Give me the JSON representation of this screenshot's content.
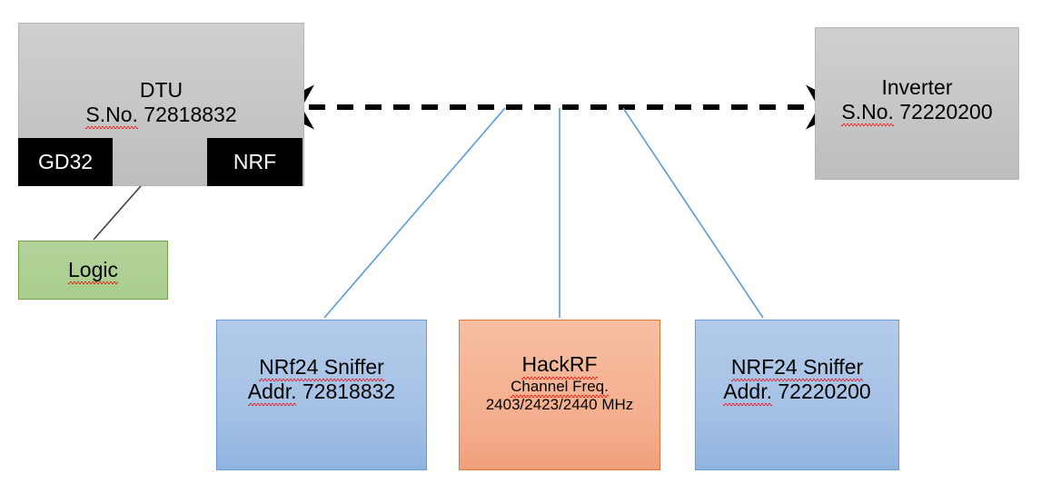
{
  "diagram": {
    "title": "NRF24 / HackRF sniffing setup block diagram",
    "colors": {
      "grey_block": "#c6c6c6",
      "black_block": "#000000",
      "green_block": "#a9cd8e",
      "green_border": "#71a248",
      "blue_block": "#a3c0e4",
      "blue_border": "#6a9ad4",
      "orange_block": "#f4ad8b",
      "orange_border": "#e0773c",
      "wire_blue": "#5b9bd5",
      "wire_black": "#000000",
      "spellcheck_underline": "#ff0000"
    },
    "nodes": {
      "dtu": {
        "title": "DTU",
        "subtitle_prefix": "S.No.",
        "subtitle_value": "72818832"
      },
      "gd32": {
        "label": "GD32"
      },
      "nrf": {
        "label": "NRF"
      },
      "logic": {
        "label": "Logic"
      },
      "inverter": {
        "title": "Inverter",
        "subtitle_prefix": "S.No.",
        "subtitle_value": "72220200"
      },
      "sniffer_left": {
        "title": "NRf24 Sniffer",
        "addr_prefix": "Addr.",
        "addr_value": "72818832"
      },
      "hackrf": {
        "title": "HackRF",
        "line2": "Channel Freq.",
        "line3": "2403/2423/2440 MHz"
      },
      "sniffer_right": {
        "title": "NRF24 Sniffer",
        "addr_prefix": "Addr.",
        "addr_value": "72220200"
      }
    },
    "connections": {
      "rf_link": {
        "name": "dtu-inverter-rf-link",
        "style": "dashed-double-arrow"
      },
      "gd32_nrf_link": {
        "name": "gd32-nrf-bus",
        "style": "solid-double-arrow"
      },
      "logic_tap": {
        "name": "logic-analyzer-probe",
        "style": "thin-solid-line"
      },
      "sniffer_taps": {
        "name": "sniffer-tap-lines",
        "style": "thin-blue-lines",
        "count": 3
      }
    }
  }
}
